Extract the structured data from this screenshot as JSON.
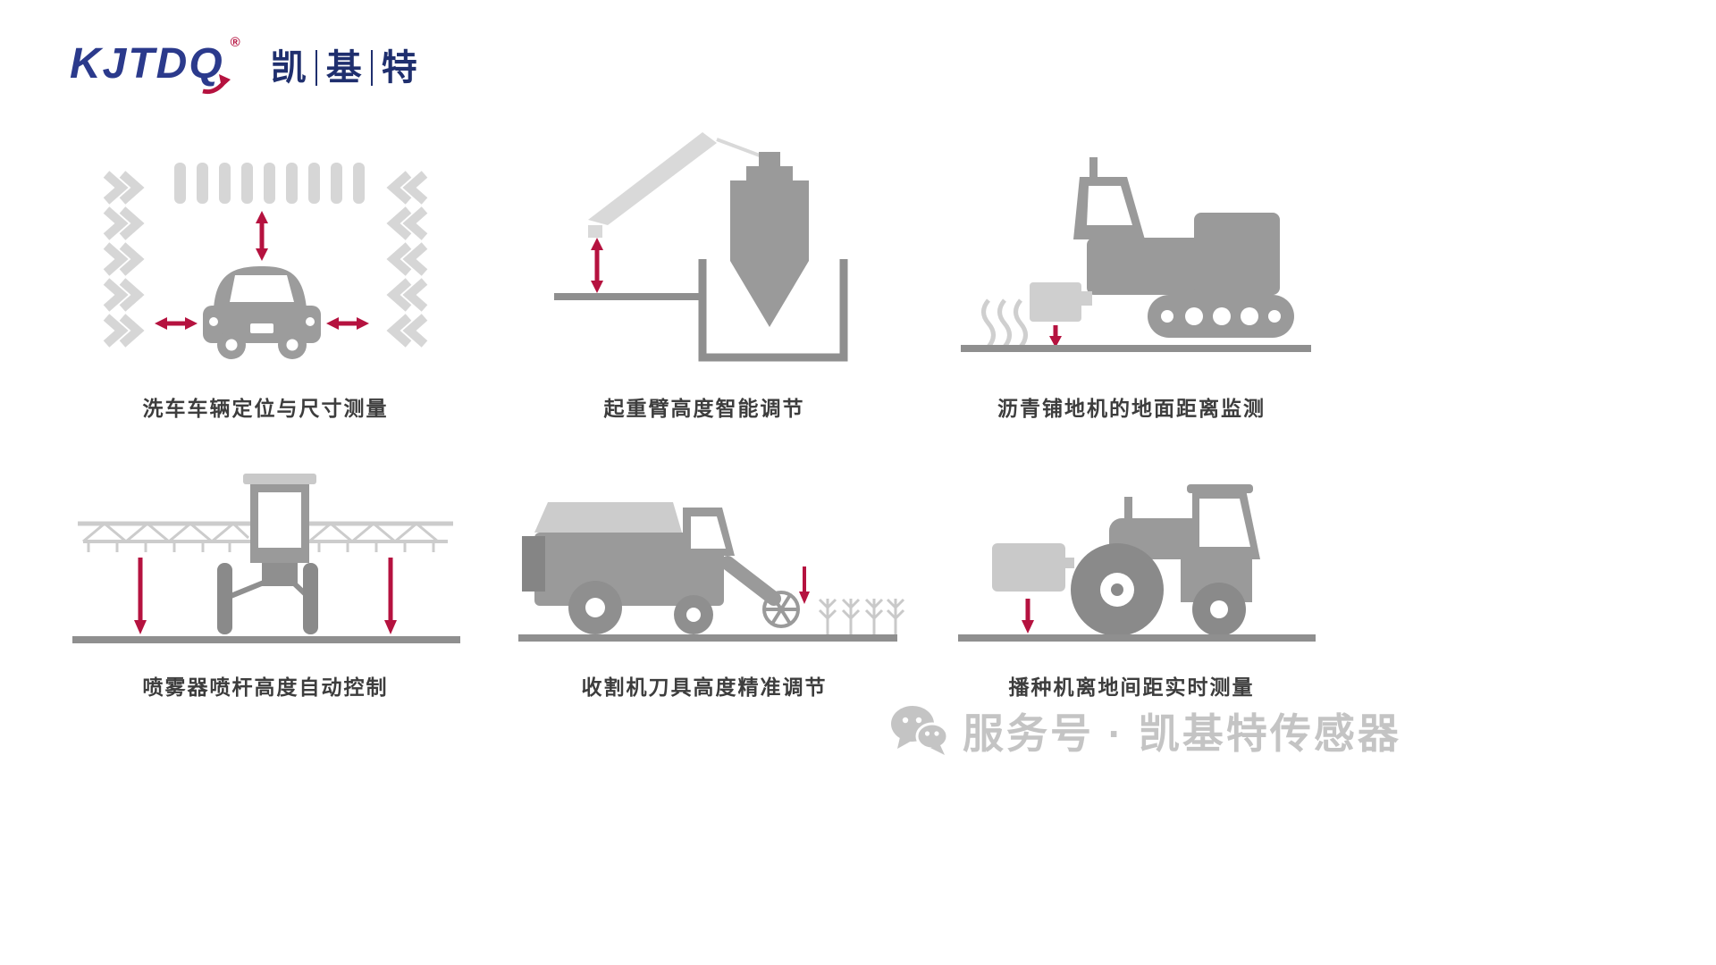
{
  "logo": {
    "en": "KJTDQ",
    "registered": "®",
    "cn_chars": [
      "凯",
      "基",
      "特"
    ]
  },
  "colors": {
    "accent_red": "#b5123f",
    "logo_blue": "#2b3a8c",
    "machine_gray": "#9a9a9a",
    "light_gray": "#cccccc",
    "ground_gray": "#8f8f8f",
    "watermark_gray": "#c4c4c4"
  },
  "cells": [
    {
      "illustration": "car-wash",
      "caption": "洗车车辆定位与尺寸测量"
    },
    {
      "illustration": "crane-ship",
      "caption": "起重臂高度智能调节"
    },
    {
      "illustration": "asphalt-paver",
      "caption": "沥青铺地机的地面距离监测"
    },
    {
      "illustration": "sprayer-boom",
      "caption": "喷雾器喷杆高度自动控制"
    },
    {
      "illustration": "harvester-cutter",
      "caption": "收割机刀具高度精准调节"
    },
    {
      "illustration": "seeder-tractor",
      "caption": "播种机离地间距实时测量"
    }
  ],
  "footer": {
    "wechat_label": "服务号 · 凯基特传感器"
  }
}
